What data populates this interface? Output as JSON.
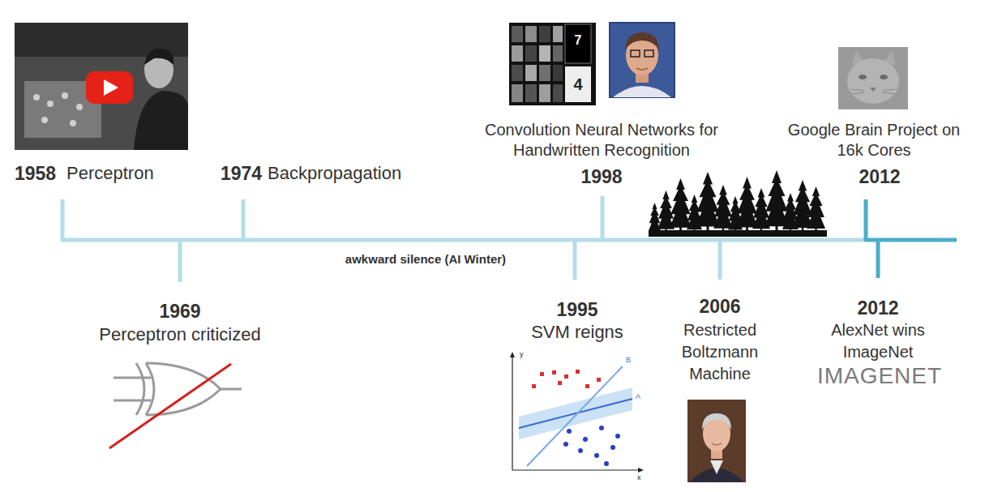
{
  "diagram": {
    "labels": [
      "Convolution Neural Networks for Handwritten Recognition",
      "Google Brain Project on 16k Cores",
      "1958",
      "Perceptron",
      "1974",
      "Backpropagation",
      "1998",
      "2012",
      "awkward silence (AI Winter)",
      "1969",
      "Perceptron criticized",
      "1995",
      "SVM reigns",
      "2006",
      "Restricted Boltzmann Machine",
      "2012",
      "AlexNet wins ImageNet",
      "IMAGENET",
      "7",
      "4",
      "y",
      "x",
      "A",
      "B"
    ]
  }
}
